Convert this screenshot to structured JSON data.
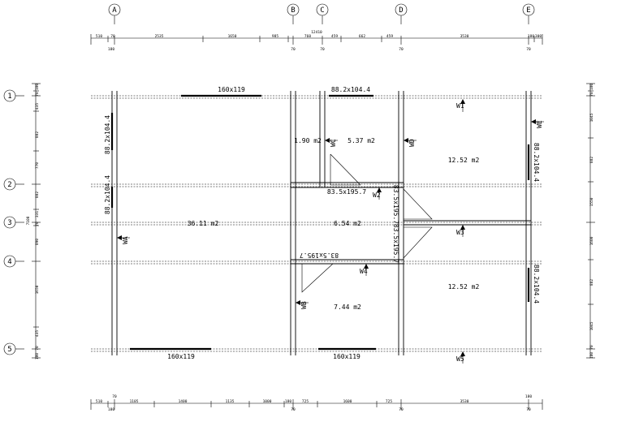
{
  "grid": {
    "columns": [
      "A",
      "B",
      "C",
      "D",
      "E"
    ],
    "rows": [
      "1",
      "2",
      "3",
      "4",
      "5"
    ]
  },
  "dims_top": {
    "total": "12410",
    "segments": [
      "510",
      "70",
      "2535",
      "1650",
      "985",
      "760",
      "459",
      "662",
      "459",
      "3530",
      "180",
      "300"
    ],
    "below": [
      "180",
      "70",
      "70",
      "70",
      "70"
    ]
  },
  "dims_bottom": {
    "segments": [
      "510",
      "1105",
      "1400",
      "1135",
      "1000",
      "180",
      "725",
      "1600",
      "725",
      "3530"
    ],
    "above": [
      "70",
      "180"
    ],
    "below": [
      "180",
      "70",
      "70",
      "70"
    ]
  },
  "dims_left": {
    "total": "7100",
    "segments": [
      "180",
      "70",
      "435",
      "882",
      "770",
      "882",
      "331",
      "70",
      "890",
      "1650",
      "435",
      "70",
      "180"
    ]
  },
  "dims_right": {
    "segments": [
      "180",
      "70",
      "1045",
      "882",
      "1550",
      "1600",
      "882",
      "1045",
      "70",
      "180"
    ]
  },
  "rooms": {
    "r1": "1.90 m2",
    "r2": "5.37 m2",
    "r3": "12.52 m2",
    "r4": "36.11 m2",
    "r5": "6.54 m2",
    "r6": "12.52 m2",
    "r7": "7.44 m2"
  },
  "windows": {
    "top_a": "160x119",
    "top_b": "88.2x104.4",
    "left_a": "88.2x104.4",
    "left_b": "88.2x104.4",
    "right_a": "88.2x104.4",
    "right_b": "88.2x104.4",
    "bottom_a": "160x119",
    "bottom_b": "160x119"
  },
  "doors": {
    "d1": "83.5x195.7",
    "d2": "83.5x195.7",
    "d3": "83.5x195.7",
    "d4": "83.5x195.7"
  },
  "walls": {
    "w1": "W1",
    "w2": "W2",
    "w3": "W3",
    "w4": "W4",
    "w5": "W5",
    "wa": "WA",
    "wb": "WB",
    "wc": "WC",
    "wd": "WD",
    "we": "WE"
  }
}
